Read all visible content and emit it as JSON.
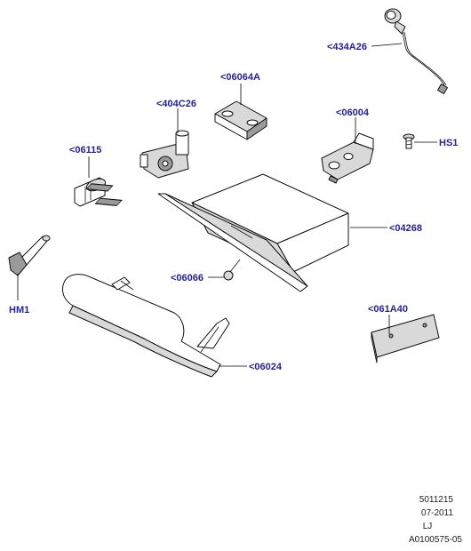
{
  "callouts": {
    "c434A26": "<434A26",
    "c06064A": "<06064A",
    "c404C26": "<404C26",
    "c06004": "<06004",
    "c06115": "<06115",
    "HS1": "HS1",
    "c04268": "<04268",
    "HM1": "HM1",
    "c06066": "<06066",
    "c061A40": "<061A40",
    "c06024": "<06024"
  },
  "footer": {
    "line1": "5011215",
    "line2": "07-2011",
    "line3": "LJ",
    "line4": "A0100575-05"
  },
  "colors": {
    "callout": "#1f1fb4",
    "line": "#000000"
  }
}
